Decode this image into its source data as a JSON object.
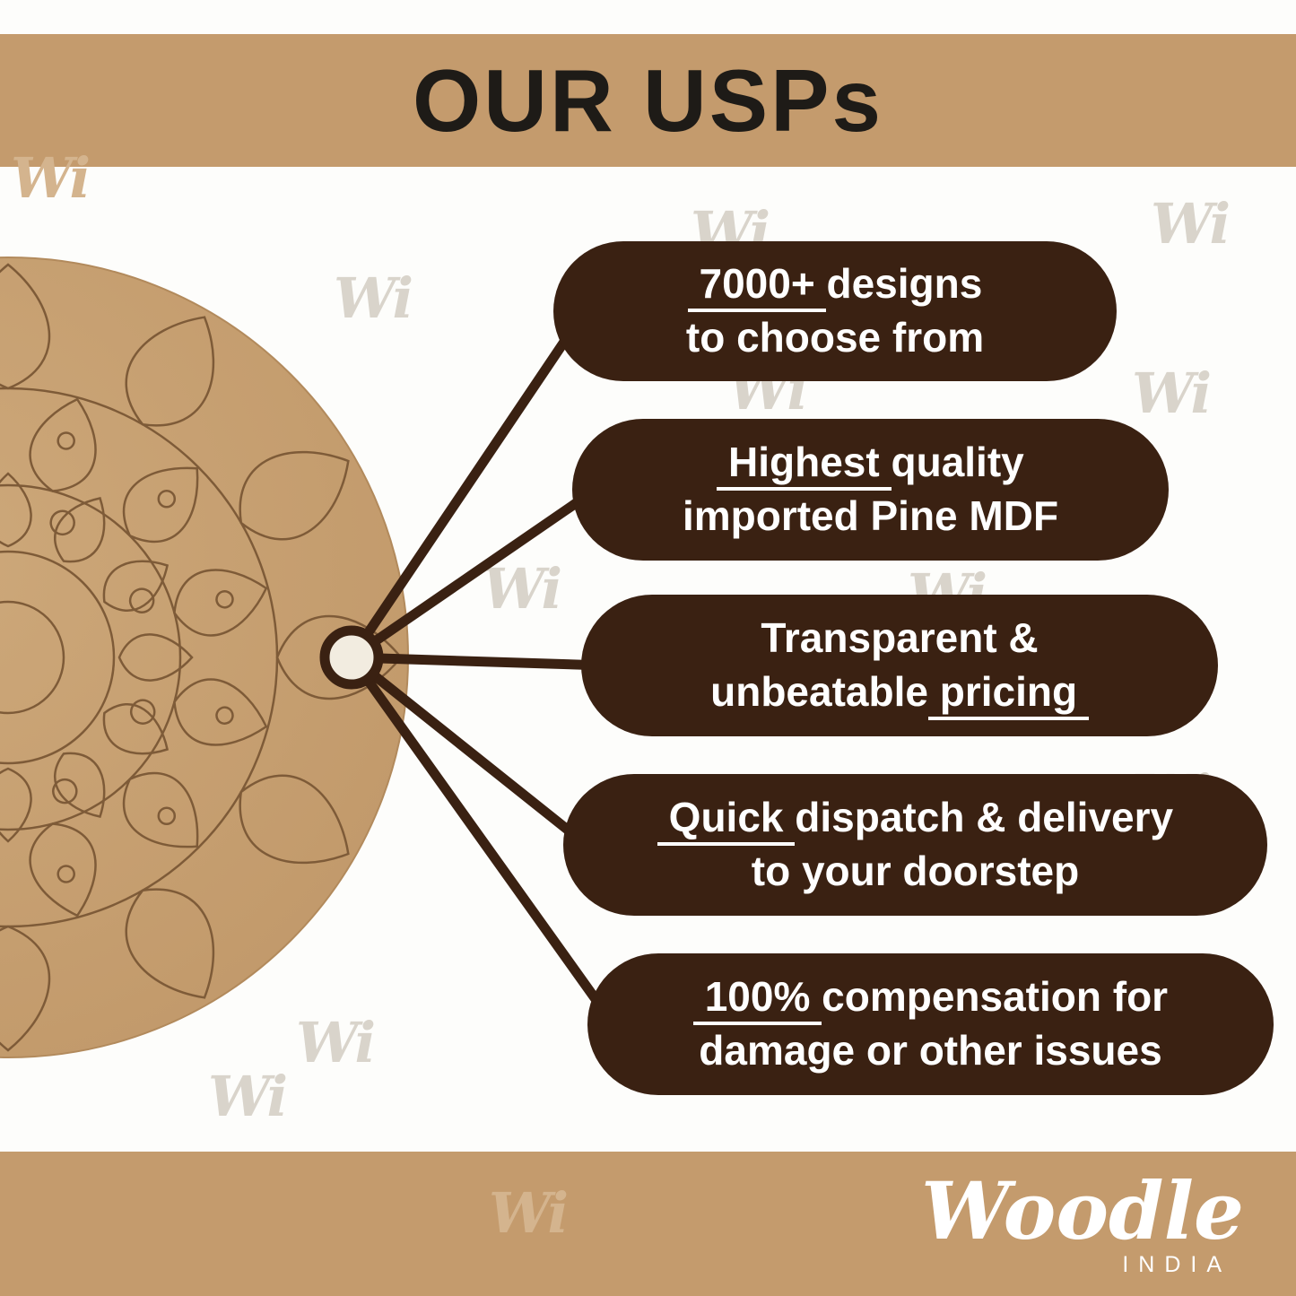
{
  "header": {
    "title": "OUR USPs"
  },
  "watermark": {
    "text": "Wi"
  },
  "pills": [
    {
      "line1": {
        "pre": "",
        "u": " 7000+ ",
        "post": "designs"
      },
      "line2": {
        "pre": "to choose from",
        "u": "",
        "post": ""
      }
    },
    {
      "line1": {
        "pre": "",
        "u": " Highest ",
        "post": "quality"
      },
      "line2": {
        "pre": "imported Pine MDF",
        "u": "",
        "post": ""
      }
    },
    {
      "line1": {
        "pre": "Transparent &",
        "u": "",
        "post": ""
      },
      "line2": {
        "pre": "unbeatable",
        "u": " pricing ",
        "post": ""
      }
    },
    {
      "line1": {
        "pre": "",
        "u": " Quick ",
        "post": "dispatch & delivery"
      },
      "line2": {
        "pre": "to your doorstep",
        "u": "",
        "post": ""
      }
    },
    {
      "line1": {
        "pre": "",
        "u": " 100% ",
        "post": "compensation for"
      },
      "line2": {
        "pre": "damage or other issues",
        "u": "",
        "post": ""
      }
    }
  ],
  "footer": {
    "brand": "Woodle",
    "country": "INDIA"
  },
  "colors": {
    "band": "#C49B6D",
    "pill": "#3A2112",
    "title": "#1E1B17",
    "mandala": "#C7A171",
    "line": "#3A2112"
  }
}
